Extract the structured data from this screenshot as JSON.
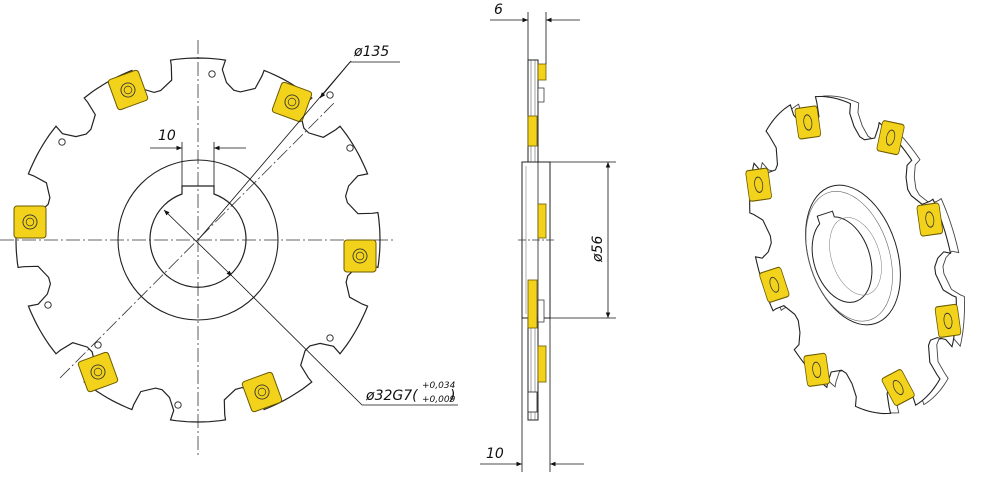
{
  "drawing": {
    "colors": {
      "outline": "#222222",
      "insert": "#f2d21a",
      "insert_stroke": "#6b5a00",
      "centerline": "#333333",
      "background": "#ffffff"
    },
    "front_view": {
      "outer_diameter_label": "ø135",
      "keyway_width_label": "10",
      "bore_label": "ø32G7(",
      "bore_tol_upper": "+0,034",
      "bore_tol_lower": "+0,009",
      "bore_label_close": ")",
      "insert_count": 6,
      "tooth_count": 12
    },
    "side_view": {
      "top_width_label": "6",
      "hub_diameter_label": "ø56",
      "bottom_width_label": "10"
    },
    "iso_view": {
      "insert_count": 8
    }
  }
}
